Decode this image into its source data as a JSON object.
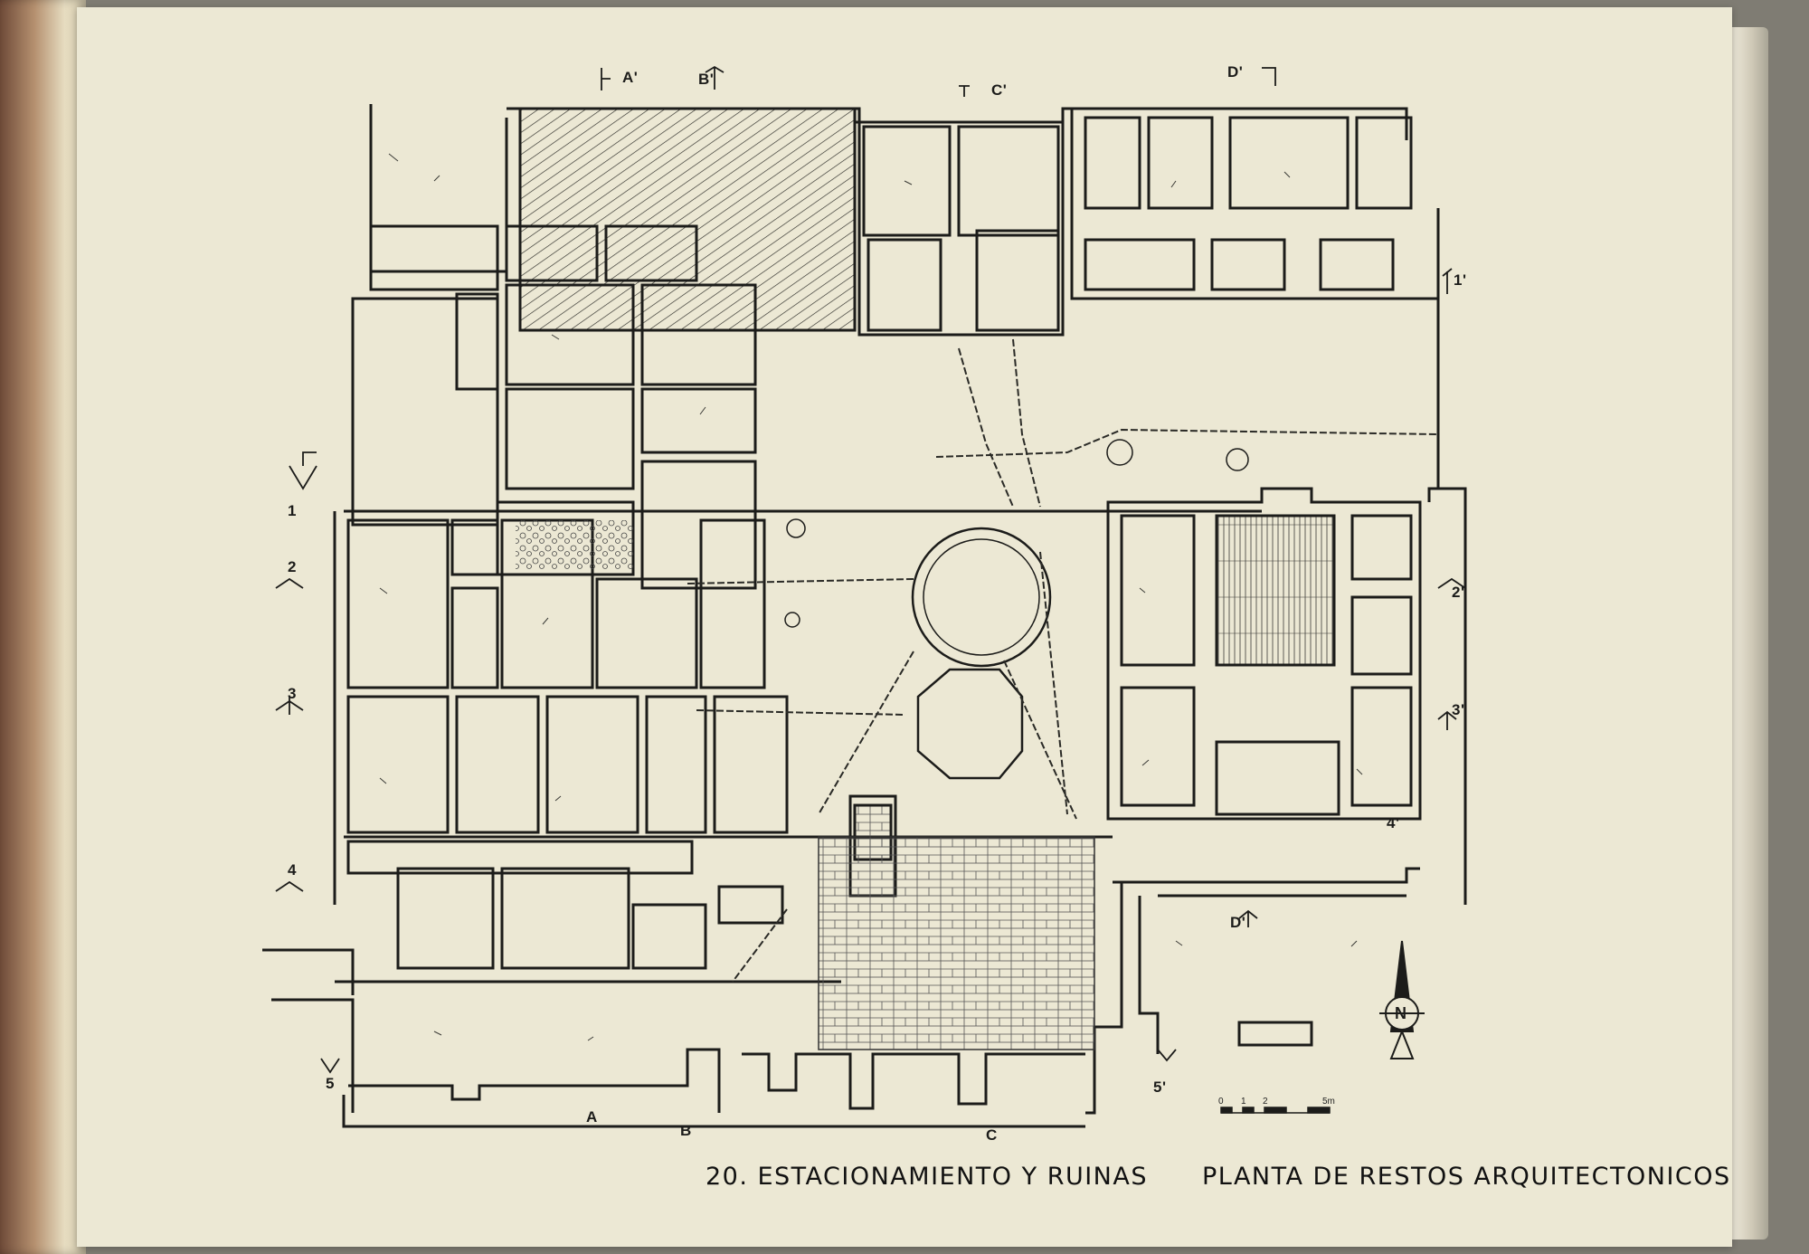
{
  "caption": {
    "number": "20.",
    "left_title": "ESTACIONAMIENTO Y RUINAS",
    "right_title": "PLANTA DE RESTOS ARQUITECTONICOS"
  },
  "section_markers": {
    "top": [
      "A'",
      "B'",
      "C'",
      "D'"
    ],
    "bottom": [
      "A",
      "B",
      "C"
    ],
    "inner": [
      "D'"
    ],
    "left": [
      "1",
      "2",
      "3",
      "4",
      "5"
    ],
    "right": [
      "1'",
      "2'",
      "3'",
      "4'",
      "5'"
    ]
  },
  "scale_bar": {
    "ticks": [
      "0",
      "1",
      "2",
      "5m"
    ]
  },
  "north_arrow": {
    "letter": "N"
  },
  "colors": {
    "paper": "#ece8d4",
    "ink": "#1c1c1a",
    "spine": "#8a5f45"
  }
}
